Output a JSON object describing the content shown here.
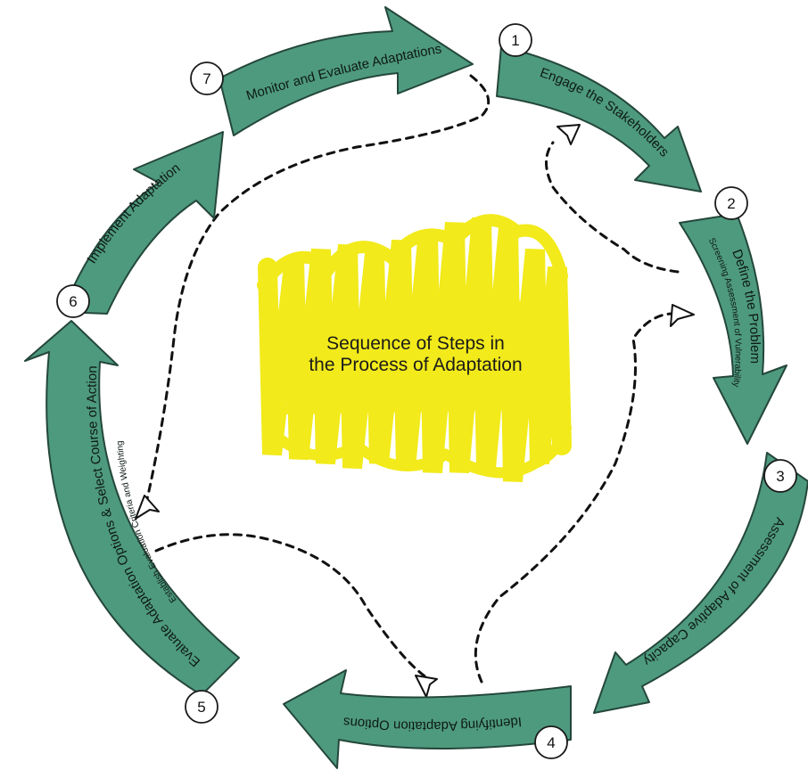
{
  "center_title": {
    "line1": "Sequence of Steps in",
    "line2": "the Process of Adaptation"
  },
  "colors": {
    "arrow_fill": "#4e9a7f",
    "arrow_stroke": "#24473b",
    "highlight": "#f2ea1a"
  },
  "steps": [
    {
      "number": "1",
      "label": "Engage the Stakeholders",
      "sublabel": ""
    },
    {
      "number": "2",
      "label": "Define the Problem",
      "sublabel": "Screening Assessment of Vulnerability"
    },
    {
      "number": "3",
      "label": "Assessment of Adaptive Capacity",
      "sublabel": ""
    },
    {
      "number": "4",
      "label": "Identifying Adaptation Options",
      "sublabel": ""
    },
    {
      "number": "5",
      "label": "Evaluate Adaptation Options & Select Course of Action",
      "sublabel": "Establish Evaluation Criteria and Weighting"
    },
    {
      "number": "6",
      "label": "Implement Adaptation",
      "sublabel": ""
    },
    {
      "number": "7",
      "label": "Monitor and Evaluate Adaptations",
      "sublabel": ""
    }
  ]
}
